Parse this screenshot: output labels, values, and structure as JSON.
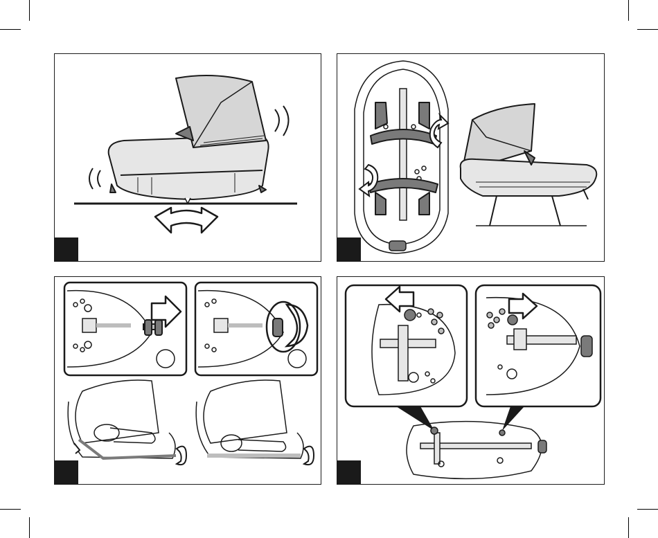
{
  "page": {
    "description_free": true,
    "panels": [
      {
        "id": "panel-1",
        "step_label": "",
        "topic": "rocking-carrycot"
      },
      {
        "id": "panel-2",
        "step_label": "",
        "topic": "handle-and-stand"
      },
      {
        "id": "panel-3",
        "step_label": "",
        "topic": "backrest-knob-adjustment"
      },
      {
        "id": "panel-4",
        "step_label": "",
        "topic": "lock-button-release"
      }
    ]
  },
  "colors": {
    "line": "#1a1a1a",
    "fill_light": "#e6e6e6",
    "fill_mid": "#bdbdbd",
    "fill_dark": "#7a7a7a",
    "badge": "#1a1a1a"
  },
  "icons": [
    "rocking-arrow-icon",
    "rotate-arrow-icon",
    "pull-arrow-icon",
    "knob-icon"
  ]
}
